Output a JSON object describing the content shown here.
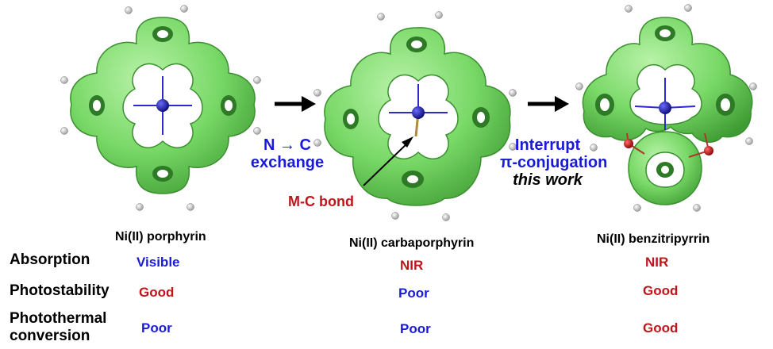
{
  "molecules": [
    {
      "name": "Ni(II) porphyrin"
    },
    {
      "name": "Ni(II) carbaporphyrin"
    },
    {
      "name": "Ni(II) benzitripyrrin"
    }
  ],
  "annotations": {
    "exchange_line1": "N → C",
    "exchange_line2": "exchange",
    "interrupt_line1": "Interrupt",
    "interrupt_line2": "π-conjugation",
    "this_work": "this work",
    "mc_bond": "M-C bond"
  },
  "table": {
    "rows": [
      {
        "label": "Absorption",
        "values": [
          "Visible",
          "NIR",
          "NIR"
        ]
      },
      {
        "label": "Photostability",
        "values": [
          "Good",
          "Poor",
          "Good"
        ]
      },
      {
        "label_line1": "Photothermal",
        "label_line2": "conversion",
        "values": [
          "Poor",
          "Poor",
          "Good"
        ]
      }
    ]
  },
  "colors": {
    "blue": "#1a1adb",
    "red": "#c0151a",
    "surface_green": "#7ddc6a",
    "nickel": "#1a1aa8"
  }
}
